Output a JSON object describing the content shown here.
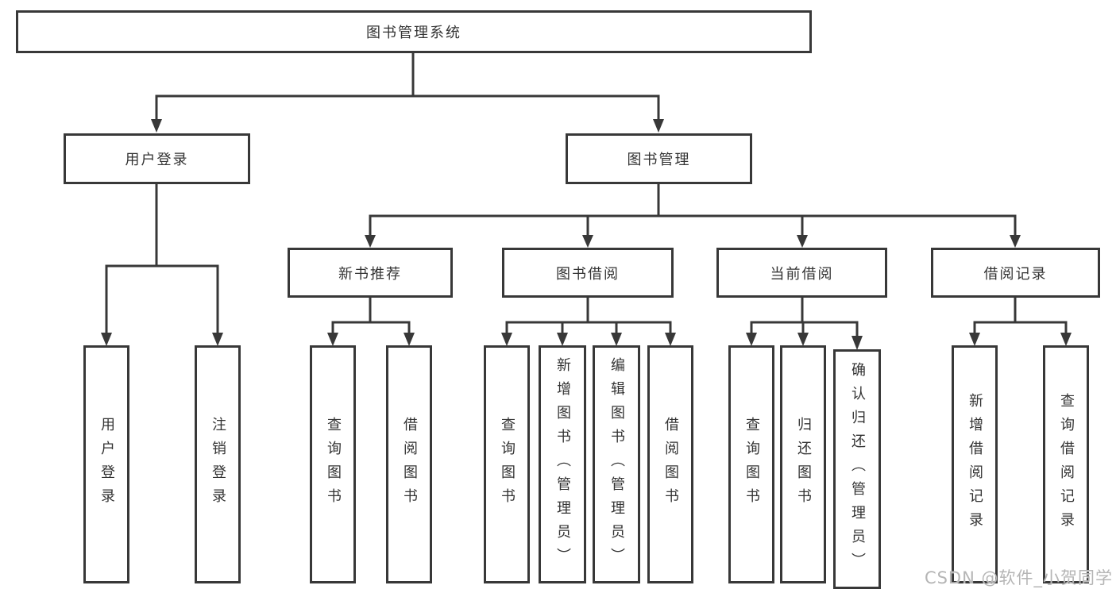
{
  "diagram": {
    "title": "图书管理系统",
    "modules": [
      {
        "label": "用户登录",
        "functions": [
          "用户登录",
          "注销登录"
        ]
      },
      {
        "label": "图书管理",
        "submodules": [
          {
            "label": "新书推荐",
            "functions": [
              "查询图书",
              "借阅图书"
            ]
          },
          {
            "label": "图书借阅",
            "functions": [
              "查询图书",
              "新增图书（管理员）",
              "编辑图书（管理员）",
              "借阅图书"
            ]
          },
          {
            "label": "当前借阅",
            "functions": [
              "查询图书",
              "归还图书",
              "确认归还（管理员）"
            ]
          },
          {
            "label": "借阅记录",
            "functions": [
              "新增借阅记录",
              "查询借阅记录"
            ]
          }
        ]
      }
    ]
  },
  "watermark": "CSDN @软件_小贺同学",
  "colors": {
    "line": "#383838",
    "text": "#333333",
    "watermark": "#b5b5b5",
    "background": "#ffffff"
  }
}
